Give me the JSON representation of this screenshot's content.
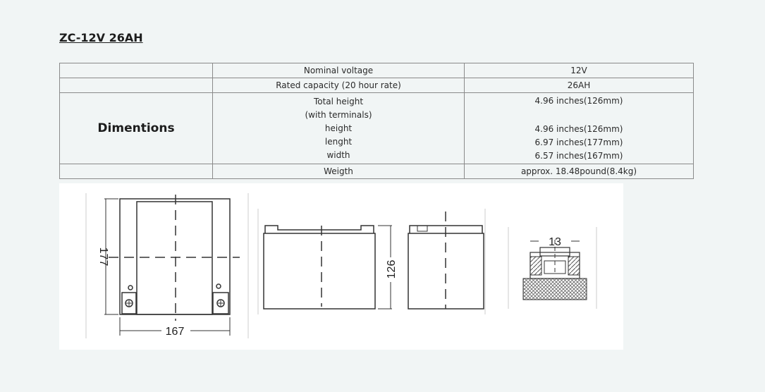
{
  "title": "ZC-12V 26AH",
  "table": {
    "nominal_voltage": {
      "label": "Nominal voltage",
      "value": "12V"
    },
    "rated_capacity": {
      "label": "Rated capacity (20 hour rate)",
      "value": "26AH"
    },
    "dimensions": {
      "group_label": "Dimentions",
      "total_height_label_line1": "Total height",
      "total_height_label_line2": "(with terminals)",
      "total_height_value": "4.96 inches(126mm)",
      "height_label": "height",
      "height_value": "4.96 inches(126mm)",
      "length_label": "lenght",
      "length_value": "6.97 inches(177mm)",
      "width_label": "width",
      "width_value": "6.57 inches(167mm)"
    },
    "weight": {
      "label": "Weigth",
      "value": "approx. 18.48pound(8.4kg)"
    }
  },
  "drawing": {
    "top_view_width": "167",
    "top_view_length": "177",
    "front_view_height": "126",
    "terminal_width": "13"
  }
}
